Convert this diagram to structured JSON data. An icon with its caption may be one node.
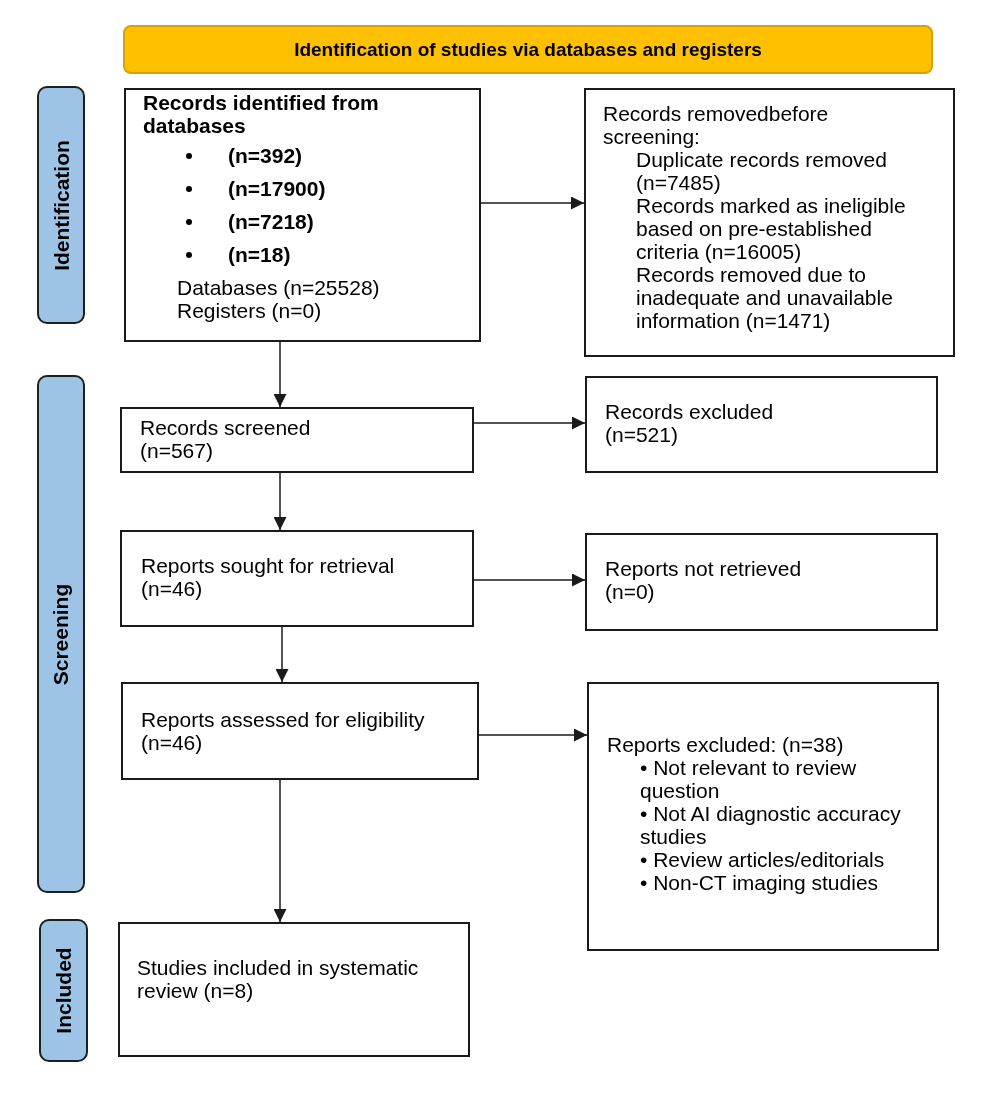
{
  "diagram": {
    "nodes": [
      {
        "text": [
          "Identification of studies via databases and registers"
        ]
      },
      {
        "text": [
          "Identification"
        ]
      },
      {
        "text": [
          "Records identified from databases",
          "(n=392)",
          "(n=17900)",
          "(n=7218)",
          "(n=18)",
          "Databases (n=25528)",
          "Registers (n=0)"
        ]
      },
      {
        "text": [
          "Records removedbefore screening:",
          "Duplicate records removed (n=7485)",
          "Records marked as ineligible based on pre-established criteria (n=16005)",
          "Records removed due to inadequate and unavailable information (n=1471)"
        ]
      },
      {
        "text": [
          "Screening"
        ]
      },
      {
        "text": [
          "Records screened",
          "(n=567)"
        ]
      },
      {
        "text": [
          "Records excluded",
          "(n=521)"
        ]
      },
      {
        "text": [
          "Reports sought for retrieval",
          "(n=46)"
        ]
      },
      {
        "text": [
          "Reports not retrieved",
          "(n=0)"
        ]
      },
      {
        "text": [
          "Reports assessed for eligibility",
          "(n=46)"
        ]
      },
      {
        "text": [
          "Reports excluded: (n=38)",
          "• Not relevant to review question",
          "• Not AI diagnostic accuracy studies",
          "• Review articles/editorials",
          "• Non-CT imaging studies"
        ]
      },
      {
        "text": [
          "Included"
        ]
      },
      {
        "text": [
          "Studies included in systematic review (n=8)"
        ]
      }
    ],
    "edges": [
      {
        "from": 2,
        "to": 3,
        "arrow": "to"
      },
      {
        "from": 2,
        "to": 5,
        "arrow": "to"
      },
      {
        "from": 5,
        "to": 6,
        "arrow": "to"
      },
      {
        "from": 5,
        "to": 7,
        "arrow": "to"
      },
      {
        "from": 7,
        "to": 8,
        "arrow": "to"
      },
      {
        "from": 7,
        "to": 9,
        "arrow": "to"
      },
      {
        "from": 9,
        "to": 10,
        "arrow": "to"
      },
      {
        "from": 9,
        "to": 12,
        "arrow": "to"
      }
    ]
  }
}
